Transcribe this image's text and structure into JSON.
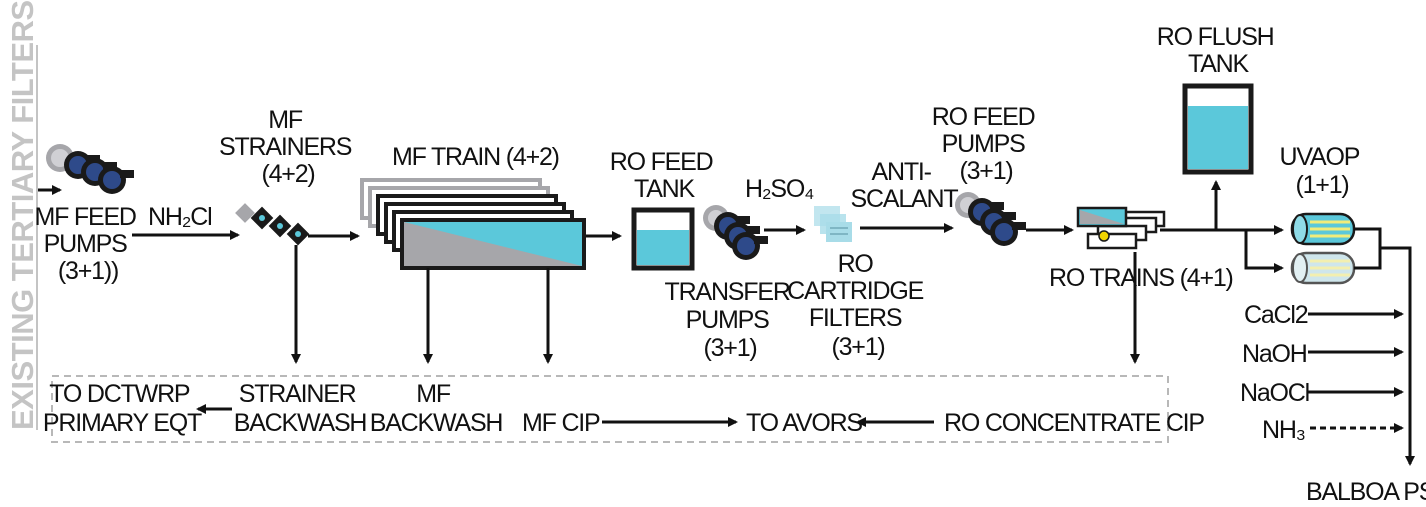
{
  "side_label": "EXISTING TERTIARY FILTERS",
  "labels": {
    "mf_feed_pumps": [
      "MF FEED",
      "PUMPS",
      "(3+1))"
    ],
    "nh2cl": "NH₂Cl",
    "mf_strainers": [
      "MF",
      "STRAINERS",
      "(4+2)"
    ],
    "mf_train": "MF TRAIN (4+2)",
    "ro_feed_tank": [
      "RO FEED",
      "TANK"
    ],
    "h2so4": "H₂SO₄",
    "transfer_pumps": [
      "TRANSFER",
      "PUMPS",
      "(3+1)"
    ],
    "anti_scalant": [
      "ANTI-",
      "SCALANT"
    ],
    "ro_cartridge_filters": [
      "RO",
      "CARTRIDGE",
      "FILTERS",
      "(3+1)"
    ],
    "ro_feed_pumps": [
      "RO FEED",
      "PUMPS",
      "(3+1)"
    ],
    "ro_trains": "RO TRAINS (4+1)",
    "ro_flush_tank": [
      "RO FLUSH",
      "TANK"
    ],
    "uvaop": [
      "UVAOP",
      "(1+1)"
    ],
    "to_dctwrp": [
      "TO DCTWRP",
      "PRIMARY EQT"
    ],
    "strainer_backwash": [
      "STRAINER",
      "BACKWASH"
    ],
    "mf_backwash": [
      "MF",
      "BACKWASH"
    ],
    "mf_cip": "MF CIP",
    "to_avors": "TO AVORS",
    "ro_concentrate_cip": "RO CONCENTRATE CIP",
    "chemicals": [
      "CaCl2",
      "NaOH",
      "NaOCl",
      "NH₃"
    ],
    "balboa_ps": "BALBOA PS"
  },
  "colors": {
    "water": "#5bc8da",
    "pump_blue": "#2e4a8a",
    "pump_body": "#1a1a1a",
    "gray": "#a6a6aa",
    "side_text": "#c4c4c4",
    "cartridge": "#a8dce8"
  },
  "icons": [
    "pump-icon",
    "strainer-icon",
    "membrane-train-icon",
    "tank-icon",
    "cartridge-filter-icon",
    "ro-train-icon",
    "uv-reactor-icon"
  ]
}
